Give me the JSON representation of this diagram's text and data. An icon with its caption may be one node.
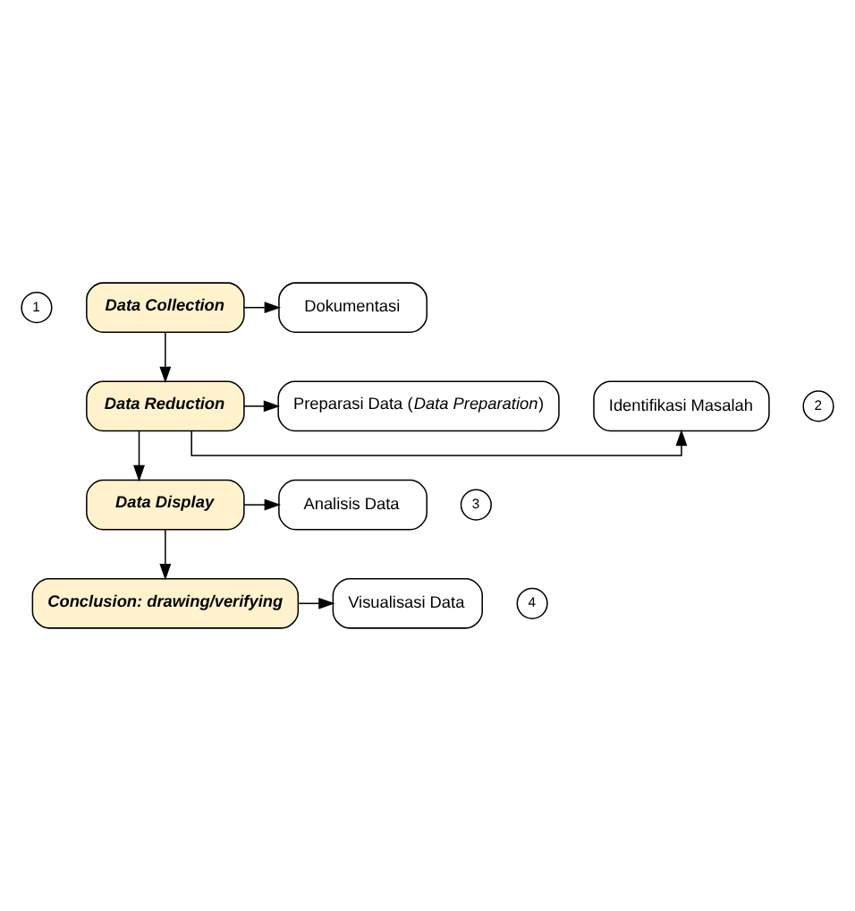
{
  "diagram": {
    "nodes": [
      {
        "text": [
          "1"
        ]
      },
      {
        "text": [
          "Data Collection"
        ]
      },
      {
        "text": [
          "Dokumentasi"
        ]
      },
      {
        "text": [
          "2"
        ]
      },
      {
        "text": [
          "Data Reduction"
        ]
      },
      {
        "text": [
          "Identifikasi Masalah"
        ]
      },
      {
        "text": [
          "Preparasi Data (*Data Preparation*)"
        ]
      },
      {
        "text": [
          "3"
        ]
      },
      {
        "text": [
          "Data Display"
        ]
      },
      {
        "text": [
          "Analisis Data"
        ]
      },
      {
        "text": [
          "4"
        ]
      },
      {
        "text": [
          "Conclusion: drawing/verifying"
        ]
      },
      {
        "text": [
          "Visualisasi Data"
        ]
      }
    ],
    "edges": [
      {
        "from": 1,
        "to": 2,
        "arrow": "to"
      },
      {
        "from": 1,
        "to": 4,
        "arrow": "to"
      },
      {
        "from": 4,
        "to": 5,
        "arrow": "to"
      },
      {
        "from": 4,
        "to": 6,
        "arrow": "to"
      },
      {
        "from": 4,
        "to": 8,
        "arrow": "to"
      },
      {
        "from": 8,
        "to": 9,
        "arrow": "to"
      },
      {
        "from": 8,
        "to": 11,
        "arrow": "to"
      },
      {
        "from": 11,
        "to": 12,
        "arrow": "to"
      }
    ]
  }
}
